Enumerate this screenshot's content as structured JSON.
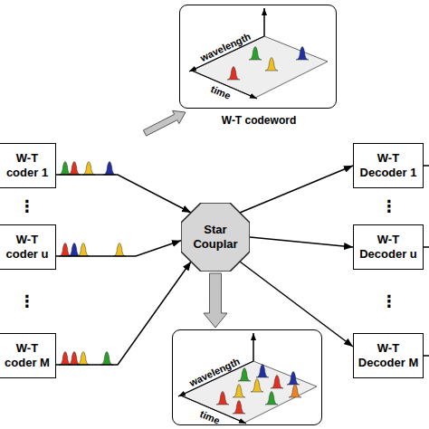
{
  "diagram": {
    "nodes": [
      {
        "text": [
          "W-T coder 1"
        ]
      },
      {
        "text": [
          "W-T coder u"
        ]
      },
      {
        "text": [
          "W-T coder M"
        ]
      },
      {
        "text": [
          "wavelength",
          "time",
          "W-T codeword"
        ]
      },
      {
        "text": [
          "Star Couplar"
        ]
      },
      {
        "text": [
          "wavelength",
          "time"
        ]
      },
      {
        "text": [
          "W-T Decoder 1"
        ]
      },
      {
        "text": [
          "W-T Decoder u"
        ]
      },
      {
        "text": [
          "W-T Decoder M"
        ]
      }
    ],
    "edges": [
      {
        "from": 0,
        "to": 4,
        "arrow": "to"
      },
      {
        "from": 1,
        "to": 4,
        "arrow": "to"
      },
      {
        "from": 2,
        "to": 4,
        "arrow": "to"
      },
      {
        "from": 4,
        "to": 6,
        "arrow": "to"
      },
      {
        "from": 4,
        "to": 7,
        "arrow": "to"
      },
      {
        "from": 4,
        "to": 8,
        "arrow": "to"
      },
      {
        "from": 0,
        "to": 3,
        "arrow": "to"
      },
      {
        "from": 4,
        "to": 5,
        "arrow": "to"
      }
    ],
    "labels": [
      "⋮",
      "⋮",
      "⋮",
      "⋮"
    ]
  }
}
